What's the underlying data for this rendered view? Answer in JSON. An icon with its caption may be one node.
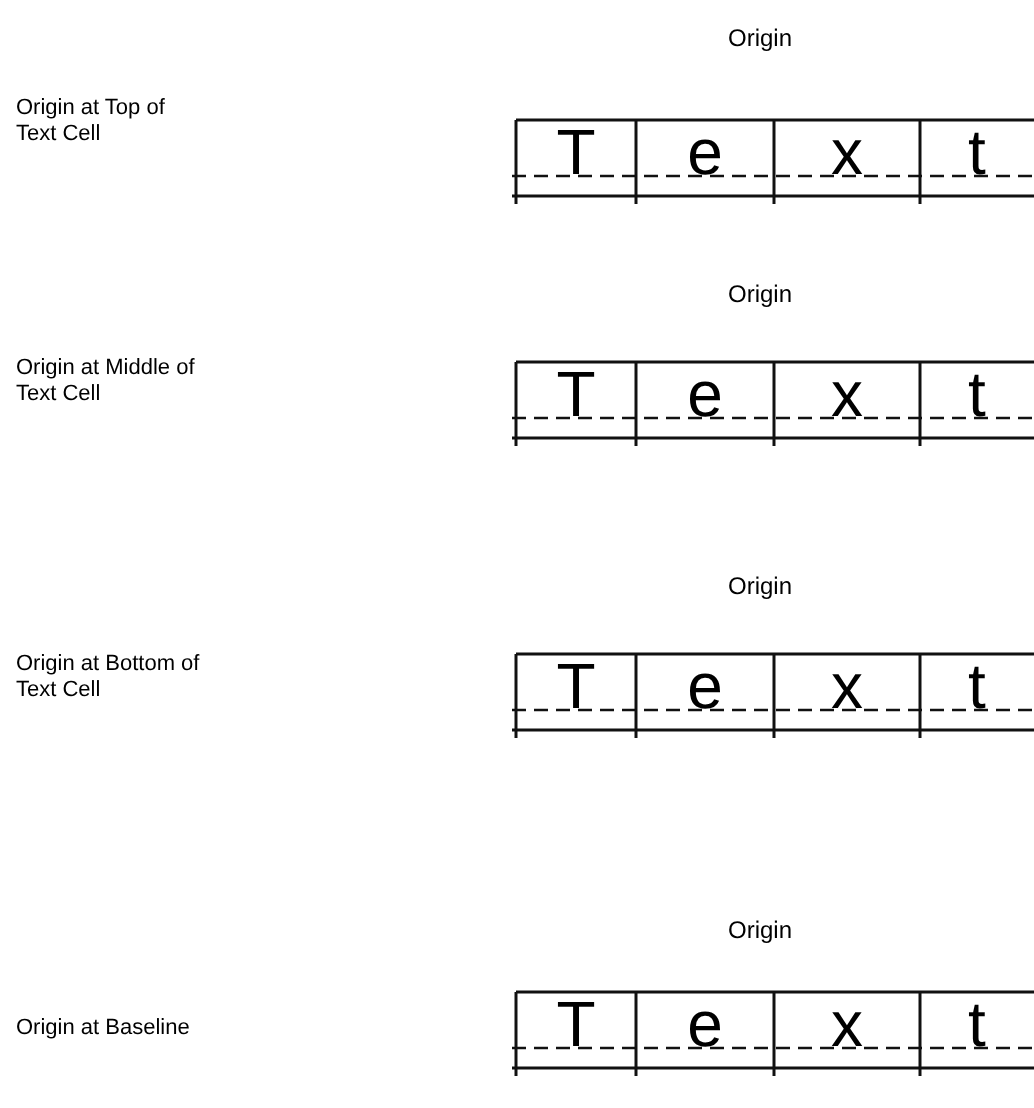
{
  "diagram": {
    "nodes": [
      {
        "text": [
          "T"
        ]
      },
      {
        "text": [
          "e"
        ]
      },
      {
        "text": [
          "x"
        ]
      },
      {
        "text": [
          "t"
        ]
      },
      {
        "text": [
          "T"
        ]
      },
      {
        "text": [
          "e"
        ]
      },
      {
        "text": [
          "x"
        ]
      },
      {
        "text": [
          "t"
        ]
      },
      {
        "text": [
          "T"
        ]
      },
      {
        "text": [
          "e"
        ]
      },
      {
        "text": [
          "x"
        ]
      },
      {
        "text": [
          "t"
        ]
      },
      {
        "text": [
          "T"
        ]
      },
      {
        "text": [
          "e"
        ]
      },
      {
        "text": [
          "x"
        ]
      },
      {
        "text": [
          "t"
        ]
      }
    ],
    "labels": [
      "Origin",
      "Origin at Top of Text Cell",
      "Origin",
      "Origin at Middle of Text Cell",
      "Origin",
      "Origin at Bottom of Text Cell",
      "Origin",
      "Origin at Baseline"
    ]
  }
}
